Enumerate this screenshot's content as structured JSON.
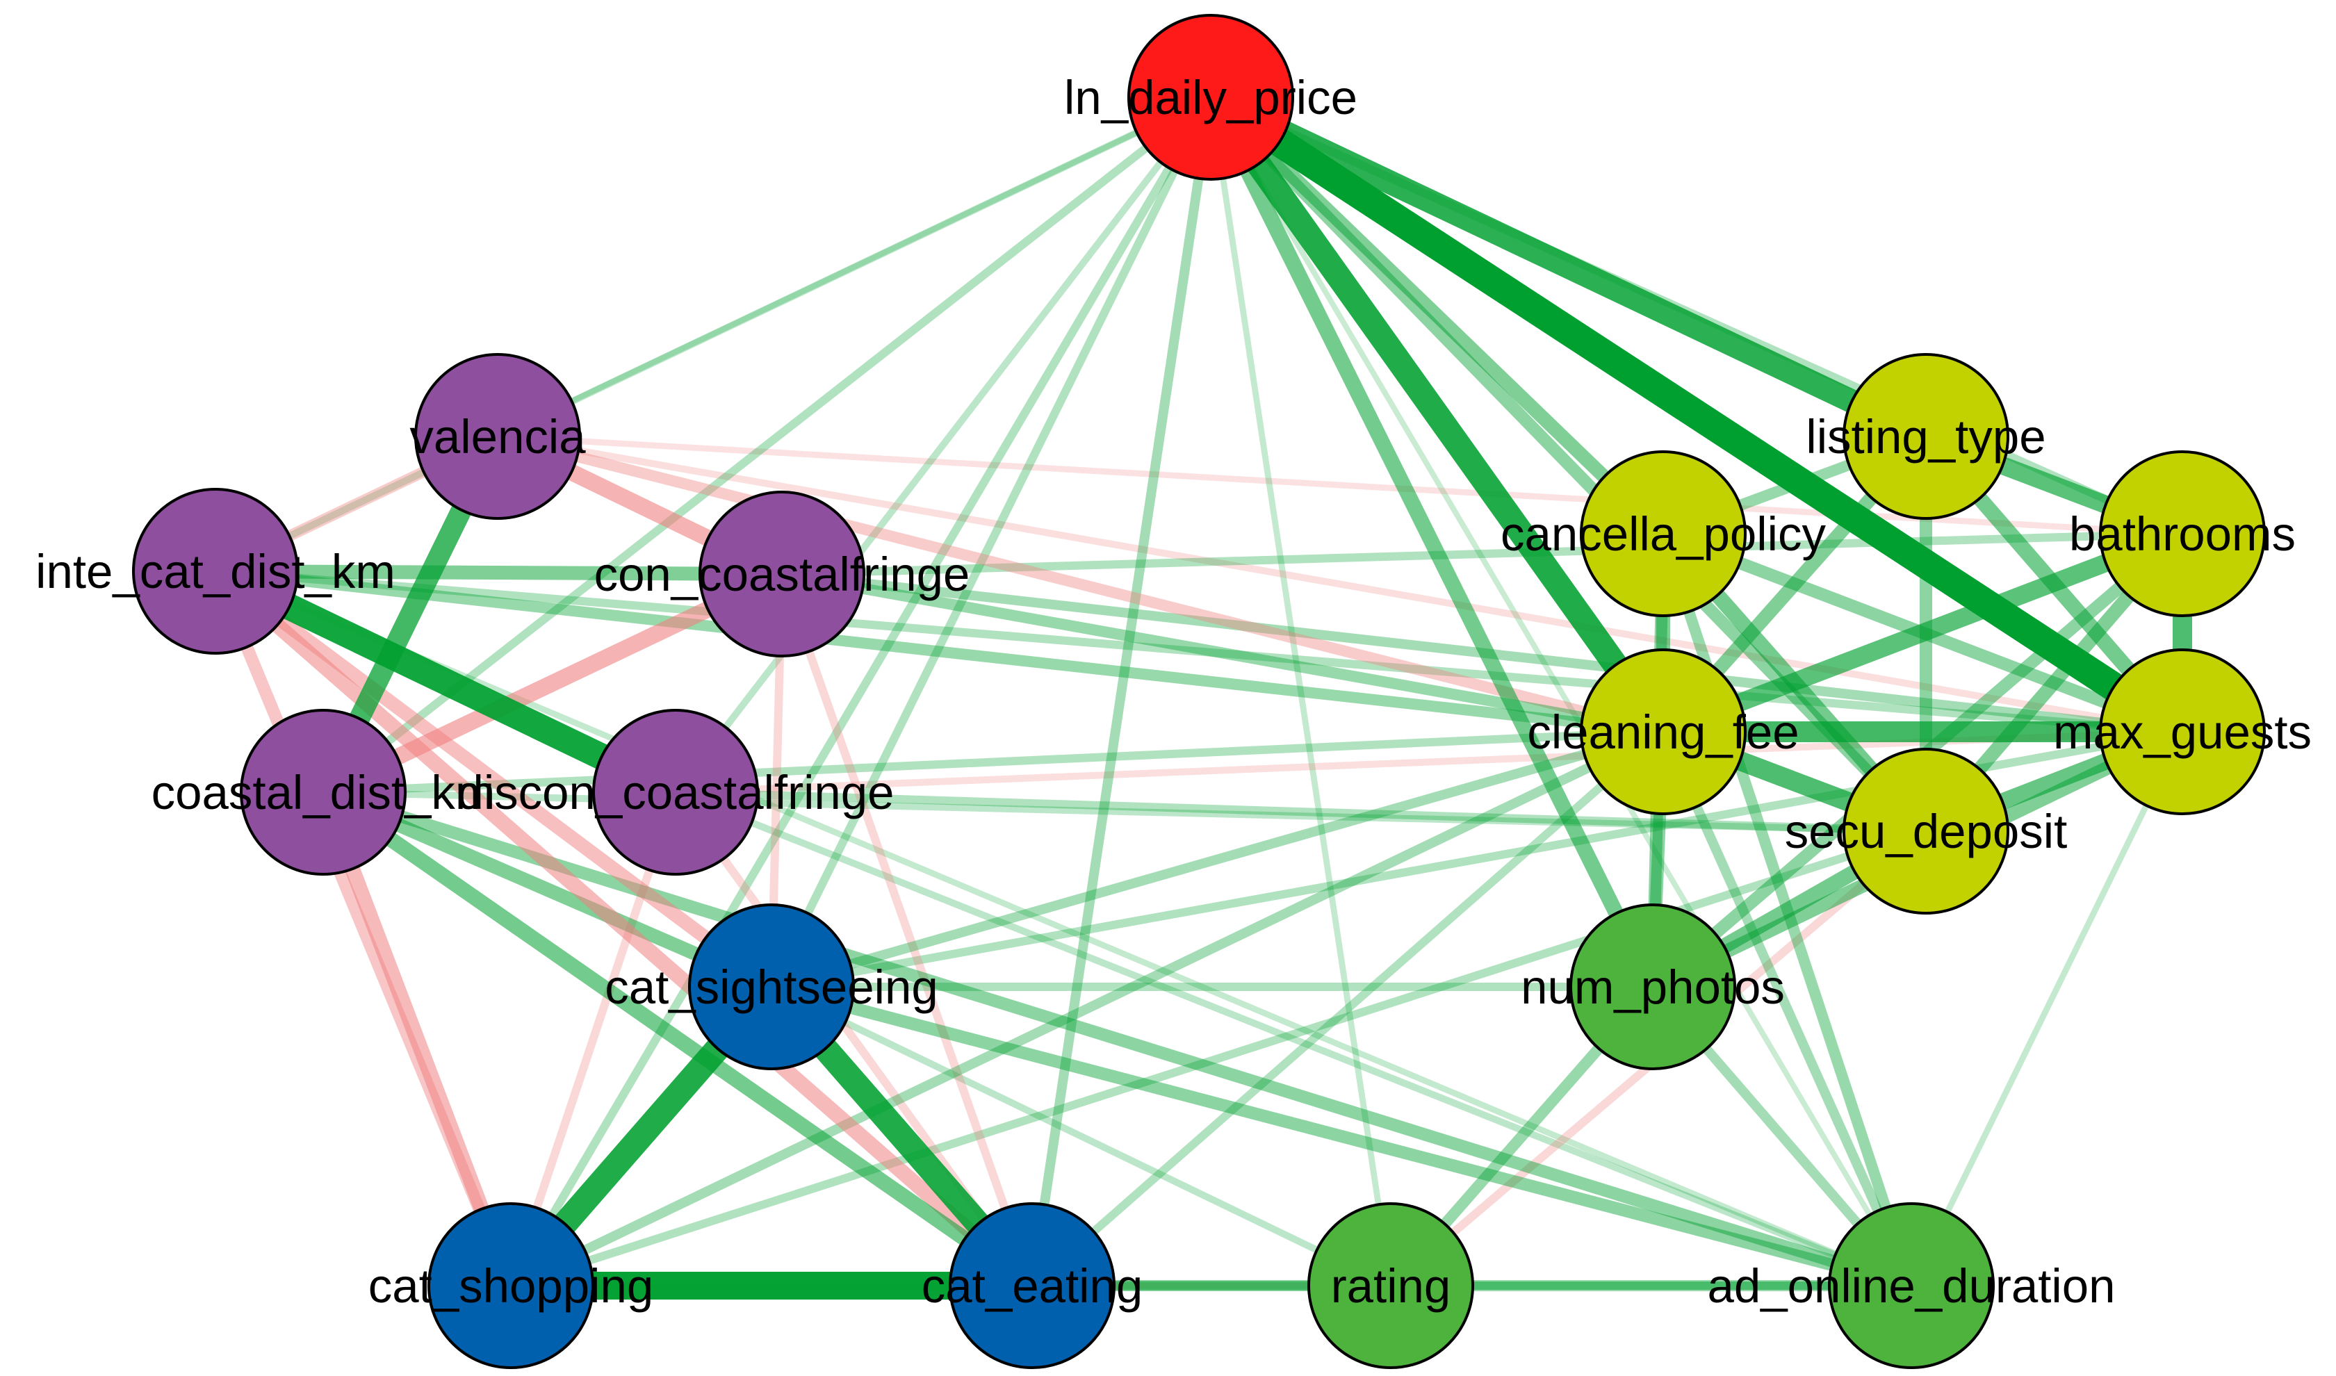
{
  "colors": {
    "ln_daily_price": "#ff1a1a",
    "location": "#8e4f9f",
    "category": "#0060ad",
    "listing": "#c2d100",
    "other": "#4db33d",
    "positive_edge": "#00a030",
    "negative_edge": "#f08080"
  },
  "nodes": [
    {
      "id": "ln_daily_price",
      "label": "ln_daily_price",
      "group": "ln_daily_price"
    },
    {
      "id": "valencia",
      "label": "valencia",
      "group": "location"
    },
    {
      "id": "inte_cat_dist_km",
      "label": "inte_cat_dist_km",
      "group": "location"
    },
    {
      "id": "con_coastalfringe",
      "label": "con_coastalfringe",
      "group": "location"
    },
    {
      "id": "coastal_dist_km",
      "label": "coastal_dist_km",
      "group": "location"
    },
    {
      "id": "discon_coastalfringe",
      "label": "discon_coastalfringe",
      "group": "location"
    },
    {
      "id": "cat_sightseeing",
      "label": "cat_sightseeing",
      "group": "category"
    },
    {
      "id": "cat_shopping",
      "label": "cat_shopping",
      "group": "category"
    },
    {
      "id": "cat_eating",
      "label": "cat_eating",
      "group": "category"
    },
    {
      "id": "listing_type",
      "label": "listing_type",
      "group": "listing"
    },
    {
      "id": "cancella_policy",
      "label": "cancella_policy",
      "group": "listing"
    },
    {
      "id": "bathrooms",
      "label": "bathrooms",
      "group": "listing"
    },
    {
      "id": "cleaning_fee",
      "label": "cleaning_fee",
      "group": "listing"
    },
    {
      "id": "max_guests",
      "label": "max_guests",
      "group": "listing"
    },
    {
      "id": "secu_deposit",
      "label": "secu_deposit",
      "group": "listing"
    },
    {
      "id": "num_photos",
      "label": "num_photos",
      "group": "other"
    },
    {
      "id": "rating",
      "label": "rating",
      "group": "other"
    },
    {
      "id": "ad_online_duration",
      "label": "ad_online_duration",
      "group": "other"
    }
  ],
  "edges": [
    {
      "from": "ln_daily_price",
      "to": "max_guests",
      "weight": 0.95,
      "sign": 1
    },
    {
      "from": "ln_daily_price",
      "to": "listing_type",
      "weight": 0.75,
      "sign": 1
    },
    {
      "from": "ln_daily_price",
      "to": "cleaning_fee",
      "weight": 0.8,
      "sign": 1
    },
    {
      "from": "ln_daily_price",
      "to": "cancella_policy",
      "weight": 0.4,
      "sign": 1
    },
    {
      "from": "ln_daily_price",
      "to": "num_photos",
      "weight": 0.45,
      "sign": 1
    },
    {
      "from": "ln_daily_price",
      "to": "secu_deposit",
      "weight": 0.35,
      "sign": 1
    },
    {
      "from": "ln_daily_price",
      "to": "cat_eating",
      "weight": 0.25,
      "sign": 1
    },
    {
      "from": "ln_daily_price",
      "to": "cat_shopping",
      "weight": 0.2,
      "sign": 1
    },
    {
      "from": "ln_daily_price",
      "to": "cat_sightseeing",
      "weight": 0.2,
      "sign": 1
    },
    {
      "from": "ln_daily_price",
      "to": "coastal_dist_km",
      "weight": 0.2,
      "sign": 1
    },
    {
      "from": "ln_daily_price",
      "to": "inte_cat_dist_km",
      "weight": 0.15,
      "sign": 1
    },
    {
      "from": "ln_daily_price",
      "to": "discon_coastalfringe",
      "weight": 0.15,
      "sign": 1
    },
    {
      "from": "ln_daily_price",
      "to": "valencia",
      "weight": 0.1,
      "sign": 1
    },
    {
      "from": "ln_daily_price",
      "to": "bathrooms",
      "weight": 0.2,
      "sign": 1
    },
    {
      "from": "ln_daily_price",
      "to": "ad_online_duration",
      "weight": 0.1,
      "sign": 1
    },
    {
      "from": "inte_cat_dist_km",
      "to": "discon_coastalfringe",
      "weight": 0.85,
      "sign": 1
    },
    {
      "from": "valencia",
      "to": "coastal_dist_km",
      "weight": 0.65,
      "sign": 1
    },
    {
      "from": "inte_cat_dist_km",
      "to": "con_coastalfringe",
      "weight": 0.4,
      "sign": 1
    },
    {
      "from": "valencia",
      "to": "con_coastalfringe",
      "weight": 0.5,
      "sign": -1
    },
    {
      "from": "valencia",
      "to": "inte_cat_dist_km",
      "weight": 0.3,
      "sign": -1
    },
    {
      "from": "coastal_dist_km",
      "to": "con_coastalfringe",
      "weight": 0.5,
      "sign": -1
    },
    {
      "from": "inte_cat_dist_km",
      "to": "cat_eating",
      "weight": 0.45,
      "sign": -1
    },
    {
      "from": "inte_cat_dist_km",
      "to": "cat_sightseeing",
      "weight": 0.4,
      "sign": -1
    },
    {
      "from": "inte_cat_dist_km",
      "to": "cat_shopping",
      "weight": 0.35,
      "sign": -1
    },
    {
      "from": "coastal_dist_km",
      "to": "cat_shopping",
      "weight": 0.45,
      "sign": -1
    },
    {
      "from": "coastal_dist_km",
      "to": "cat_eating",
      "weight": 0.45,
      "sign": 1
    },
    {
      "from": "coastal_dist_km",
      "to": "cat_sightseeing",
      "weight": 0.4,
      "sign": 1
    },
    {
      "from": "coastal_dist_km",
      "to": "ad_online_duration",
      "weight": 0.35,
      "sign": 1
    },
    {
      "from": "valencia",
      "to": "cleaning_fee",
      "weight": 0.3,
      "sign": -1
    },
    {
      "from": "valencia",
      "to": "max_guests",
      "weight": 0.15,
      "sign": -1
    },
    {
      "from": "con_coastalfringe",
      "to": "cleaning_fee",
      "weight": 0.3,
      "sign": 1
    },
    {
      "from": "con_coastalfringe",
      "to": "max_guests",
      "weight": 0.25,
      "sign": 1
    },
    {
      "from": "con_coastalfringe",
      "to": "bathrooms",
      "weight": 0.2,
      "sign": 1
    },
    {
      "from": "inte_cat_dist_km",
      "to": "cleaning_fee",
      "weight": 0.3,
      "sign": 1
    },
    {
      "from": "inte_cat_dist_km",
      "to": "max_guests",
      "weight": 0.2,
      "sign": 1
    },
    {
      "from": "discon_coastalfringe",
      "to": "secu_deposit",
      "weight": 0.2,
      "sign": 1
    },
    {
      "from": "discon_coastalfringe",
      "to": "max_guests",
      "weight": 0.15,
      "sign": -1
    },
    {
      "from": "coastal_dist_km",
      "to": "cleaning_fee",
      "weight": 0.2,
      "sign": 1
    },
    {
      "from": "cat_sightseeing",
      "to": "cat_shopping",
      "weight": 0.8,
      "sign": 1
    },
    {
      "from": "cat_sightseeing",
      "to": "cat_eating",
      "weight": 0.8,
      "sign": 1
    },
    {
      "from": "cat_shopping",
      "to": "cat_eating",
      "weight": 0.9,
      "sign": 1
    },
    {
      "from": "cat_sightseeing",
      "to": "ad_online_duration",
      "weight": 0.35,
      "sign": 1
    },
    {
      "from": "cat_sightseeing",
      "to": "cleaning_fee",
      "weight": 0.25,
      "sign": 1
    },
    {
      "from": "cat_sightseeing",
      "to": "max_guests",
      "weight": 0.2,
      "sign": 1
    },
    {
      "from": "cat_sightseeing",
      "to": "con_coastalfringe",
      "weight": 0.2,
      "sign": -1
    },
    {
      "from": "cat_shopping",
      "to": "ad_online_duration",
      "weight": 0.3,
      "sign": 1
    },
    {
      "from": "cat_shopping",
      "to": "cleaning_fee",
      "weight": 0.25,
      "sign": 1
    },
    {
      "from": "cat_shopping",
      "to": "secu_deposit",
      "weight": 0.2,
      "sign": 1
    },
    {
      "from": "cat_shopping",
      "to": "discon_coastalfringe",
      "weight": 0.2,
      "sign": -1
    },
    {
      "from": "cat_eating",
      "to": "rating",
      "weight": 0.25,
      "sign": 1
    },
    {
      "from": "cat_eating",
      "to": "cleaning_fee",
      "weight": 0.2,
      "sign": 1
    },
    {
      "from": "cat_eating",
      "to": "con_coastalfringe",
      "weight": 0.2,
      "sign": -1
    },
    {
      "from": "cat_eating",
      "to": "discon_coastalfringe",
      "weight": 0.2,
      "sign": -1
    },
    {
      "from": "listing_type",
      "to": "bathrooms",
      "weight": 0.55,
      "sign": 1
    },
    {
      "from": "listing_type",
      "to": "max_guests",
      "weight": 0.45,
      "sign": 1
    },
    {
      "from": "listing_type",
      "to": "cleaning_fee",
      "weight": 0.4,
      "sign": 1
    },
    {
      "from": "listing_type",
      "to": "secu_deposit",
      "weight": 0.35,
      "sign": 1
    },
    {
      "from": "bathrooms",
      "to": "max_guests",
      "weight": 0.6,
      "sign": 1
    },
    {
      "from": "bathrooms",
      "to": "cleaning_fee",
      "weight": 0.55,
      "sign": 1
    },
    {
      "from": "bathrooms",
      "to": "secu_deposit",
      "weight": 0.4,
      "sign": 1
    },
    {
      "from": "bathrooms",
      "to": "num_photos",
      "weight": 0.35,
      "sign": 1
    },
    {
      "from": "cleaning_fee",
      "to": "max_guests",
      "weight": 0.65,
      "sign": 1
    },
    {
      "from": "cleaning_fee",
      "to": "secu_deposit",
      "weight": 0.6,
      "sign": 1
    },
    {
      "from": "cleaning_fee",
      "to": "num_photos",
      "weight": 0.35,
      "sign": 1
    },
    {
      "from": "cleaning_fee",
      "to": "ad_online_duration",
      "weight": 0.25,
      "sign": 1
    },
    {
      "from": "cancella_policy",
      "to": "secu_deposit",
      "weight": 0.45,
      "sign": 1
    },
    {
      "from": "cancella_policy",
      "to": "cleaning_fee",
      "weight": 0.4,
      "sign": 1
    },
    {
      "from": "cancella_policy",
      "to": "max_guests",
      "weight": 0.35,
      "sign": 1
    },
    {
      "from": "cancella_policy",
      "to": "num_photos",
      "weight": 0.35,
      "sign": 1
    },
    {
      "from": "cancella_policy",
      "to": "ad_online_duration",
      "weight": 0.3,
      "sign": 1
    },
    {
      "from": "max_guests",
      "to": "secu_deposit",
      "weight": 0.5,
      "sign": 1
    },
    {
      "from": "max_guests",
      "to": "num_photos",
      "weight": 0.4,
      "sign": 1
    },
    {
      "from": "secu_deposit",
      "to": "num_photos",
      "weight": 0.45,
      "sign": 1
    },
    {
      "from": "num_photos",
      "to": "rating",
      "weight": 0.3,
      "sign": 1
    },
    {
      "from": "num_photos",
      "to": "ad_online_duration",
      "weight": 0.25,
      "sign": 1
    },
    {
      "from": "num_photos",
      "to": "cat_sightseeing",
      "weight": 0.2,
      "sign": 1
    },
    {
      "from": "rating",
      "to": "ad_online_duration",
      "weight": 0.2,
      "sign": 1
    },
    {
      "from": "rating",
      "to": "secu_deposit",
      "weight": 0.2,
      "sign": -1
    },
    {
      "from": "cat_sightseeing",
      "to": "rating",
      "weight": 0.15,
      "sign": 1
    },
    {
      "from": "discon_coastalfringe",
      "to": "ad_online_duration",
      "weight": 0.15,
      "sign": 1
    },
    {
      "from": "valencia",
      "to": "bathrooms",
      "weight": 0.12,
      "sign": -1
    },
    {
      "from": "coastal_dist_km",
      "to": "secu_deposit",
      "weight": 0.15,
      "sign": 1
    },
    {
      "from": "inte_cat_dist_km",
      "to": "ad_online_duration",
      "weight": 0.12,
      "sign": 1
    },
    {
      "from": "cat_shopping",
      "to": "rating",
      "weight": 0.12,
      "sign": -1
    },
    {
      "from": "cat_eating",
      "to": "ad_online_duration",
      "weight": 0.2,
      "sign": 1
    },
    {
      "from": "ln_daily_price",
      "to": "rating",
      "weight": 0.12,
      "sign": 1
    },
    {
      "from": "max_guests",
      "to": "ad_online_duration",
      "weight": 0.12,
      "sign": 1
    },
    {
      "from": "listing_type",
      "to": "cancella_policy",
      "weight": 0.3,
      "sign": 1
    }
  ]
}
